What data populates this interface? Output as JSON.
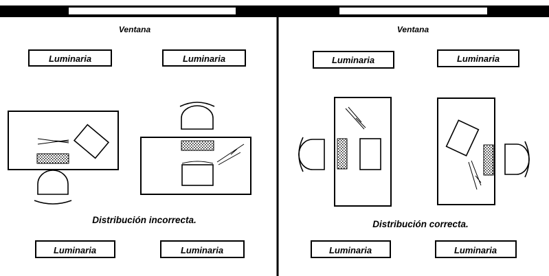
{
  "left_panel": {
    "window_label": "Ventana",
    "top_luminaires": [
      "Luminaria",
      "Luminaria"
    ],
    "bottom_luminaires": [
      "Luminaria",
      "Luminaria"
    ],
    "caption": "Distribución incorrecta."
  },
  "right_panel": {
    "window_label": "Ventana",
    "top_luminaires": [
      "Luminaria",
      "Luminaria"
    ],
    "bottom_luminaires": [
      "Luminaria",
      "Luminaria"
    ],
    "caption": "Distribución correcta."
  },
  "colors": {
    "ink": "#000000",
    "background": "#ffffff"
  }
}
